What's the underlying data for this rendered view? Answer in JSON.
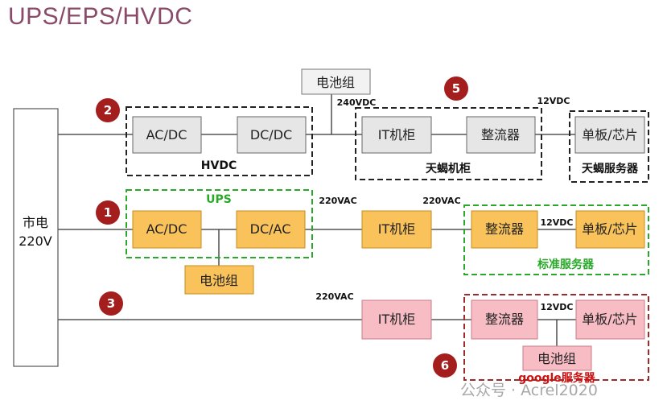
{
  "title": "UPS/EPS/HVDC",
  "mains": {
    "line1": "市电",
    "line2": "220V"
  },
  "markers": [
    "2",
    "1",
    "3",
    "5",
    "6"
  ],
  "group_labels": {
    "hvdc": "HVDC",
    "ups": "UPS",
    "tianxie_cabinet": "天蝎机柜",
    "tianxie_server": "天蝎服务器",
    "standard_server": "标准服务器",
    "google_server": "google服务器"
  },
  "voltages": {
    "v240vdc": "240VDC",
    "v12vdc_top": "12VDC",
    "v220vac_1": "220VAC",
    "v220vac_2": "220VAC",
    "v12vdc_mid": "12VDC",
    "v220vac_3": "220VAC",
    "v12vdc_bot": "12VDC"
  },
  "boxes": {
    "battery_top": "电池组",
    "hvdc_acdc": "AC/DC",
    "hvdc_dcdc": "DC/DC",
    "it_cab_top": "IT机柜",
    "rectifier_top": "整流器",
    "board_top": "单板/芯片",
    "ups_acdc": "AC/DC",
    "ups_dcac": "DC/AC",
    "battery_ups": "电池组",
    "it_cab_mid": "IT机柜",
    "rectifier_mid": "整流器",
    "board_mid": "单板/芯片",
    "it_cab_bot": "IT机柜",
    "rectifier_bot": "整流器",
    "board_bot": "单板/芯片",
    "battery_bot": "电池组"
  },
  "watermark": "公众号 · Acrel2020",
  "colors": {
    "gray_box": "#e6e6e6",
    "yellow_box": "#f9c25a",
    "pink_box": "#f7bcc4",
    "marker": "#a51e1e",
    "ups_green": "#2aa82a",
    "google_red": "#cc1111",
    "title": "#8a4a6a"
  }
}
